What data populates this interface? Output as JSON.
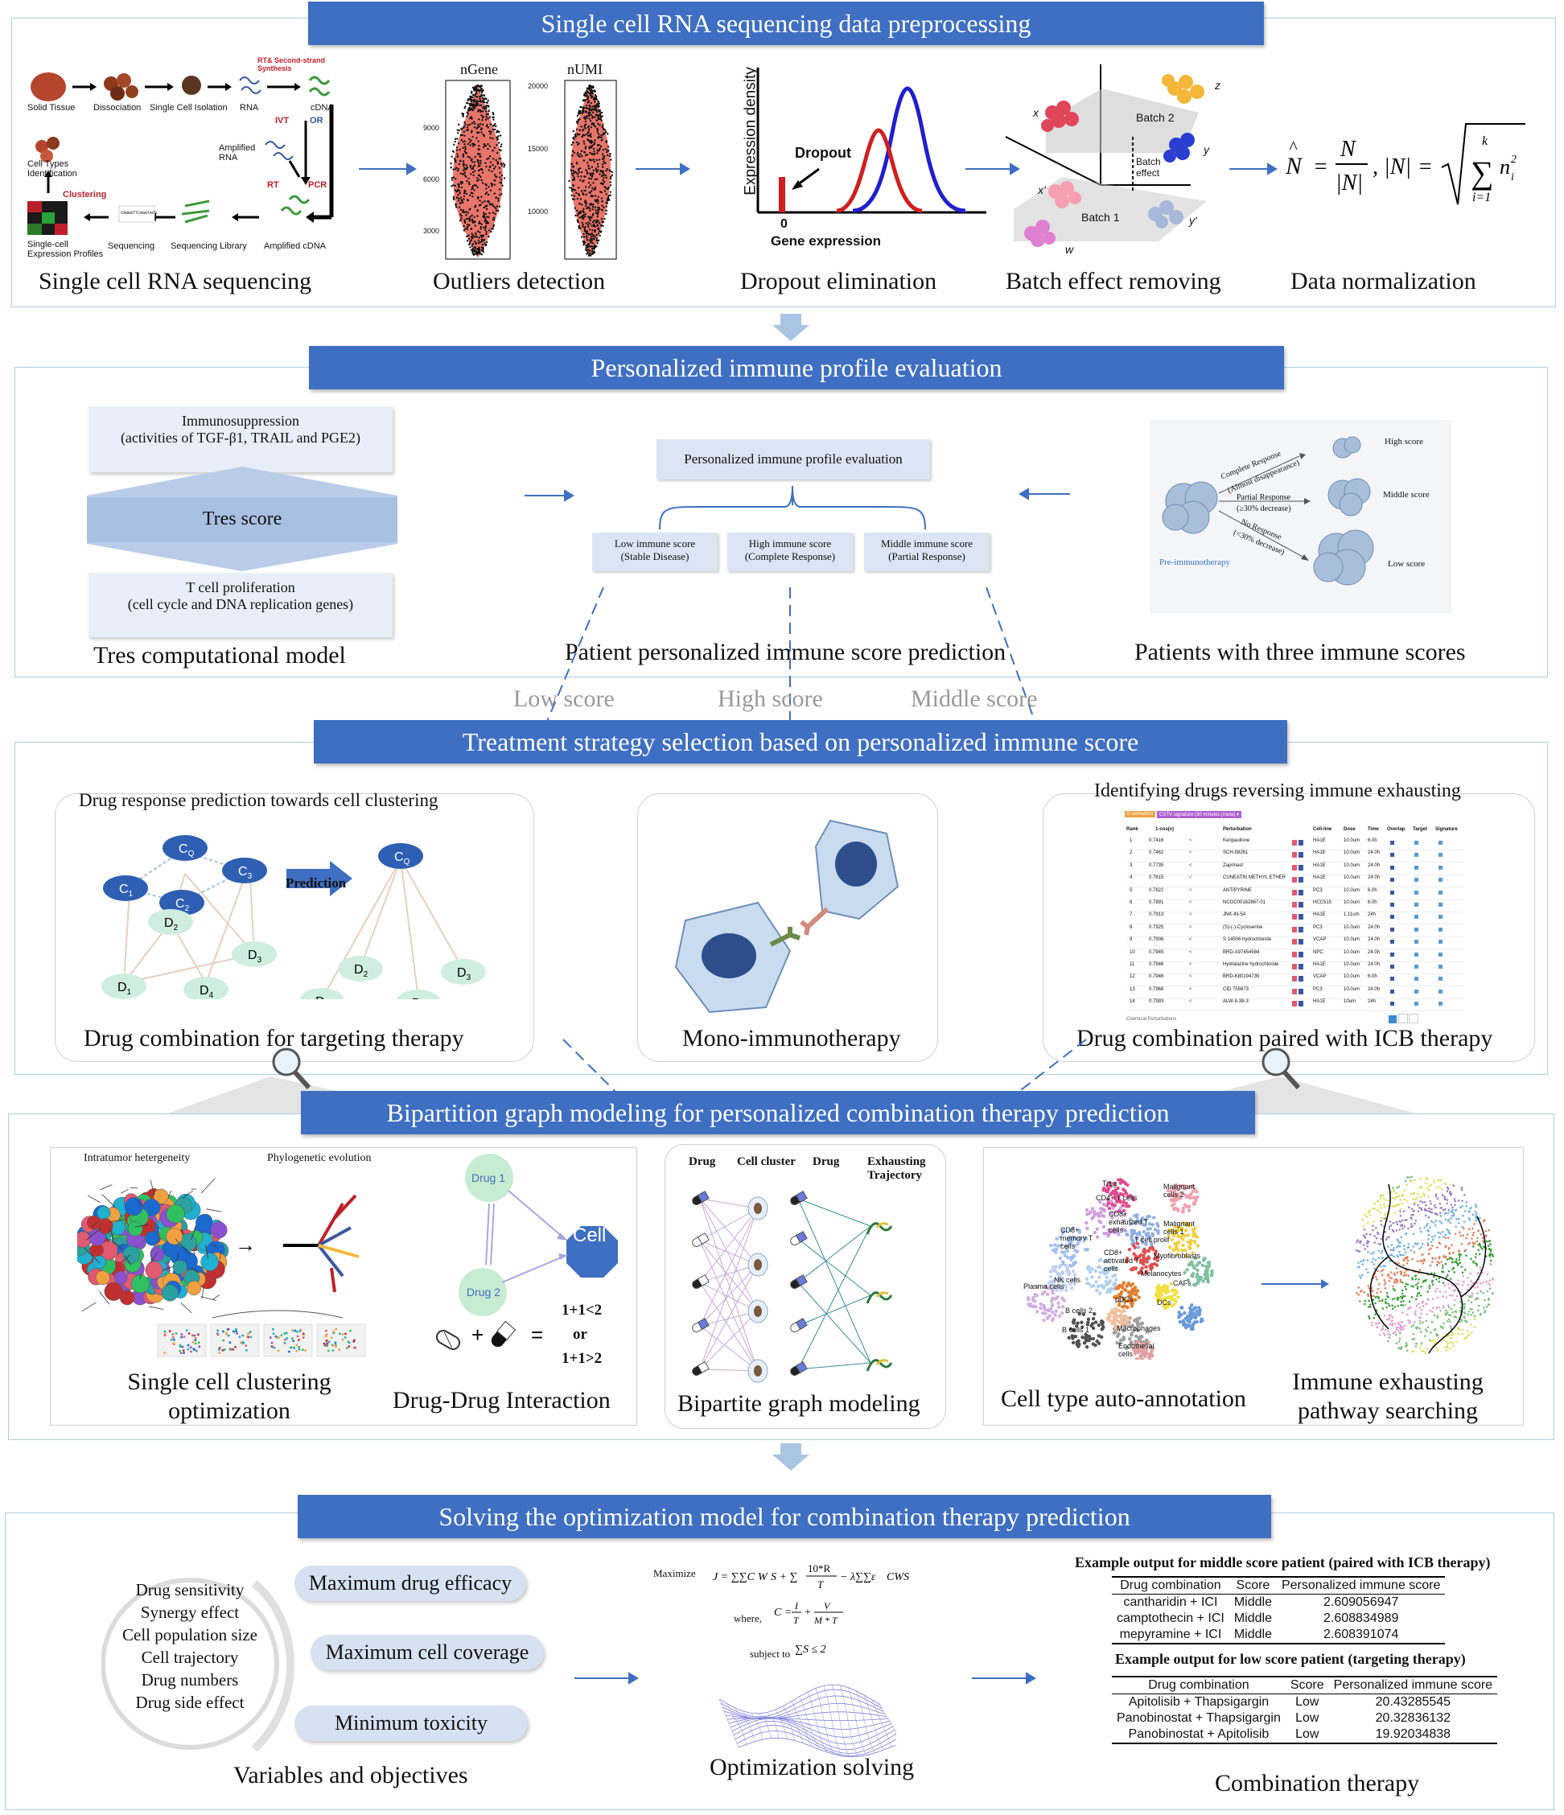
{
  "banners": {
    "b1": "Single cell RNA sequencing data preprocessing",
    "b2": "Personalized immune profile evaluation",
    "b3": "Treatment strategy selection based on personalized immune score",
    "b4": "Bipartition graph modeling for personalized combination therapy prediction",
    "b5": "Solving the optimization model for combination therapy prediction"
  },
  "section1": {
    "captions": [
      "Single cell RNA sequencing",
      "Outliers detection",
      "Dropout elimination",
      "Batch effect removing",
      "Data normalization"
    ],
    "seq": {
      "solid_tissue": "Solid Tissue",
      "dissociation": "Dissociation",
      "isolation": "Single Cell Isolation",
      "rna": "RNA",
      "rt_synthesis": "RT& Second-strand Synthesis",
      "cdna": "cDNA",
      "ivt": "IVT",
      "or": "OR",
      "amplified_rna": "Amplified RNA",
      "rt": "RT",
      "pcr": "PCR",
      "cell_types": "Cell Types Identification",
      "clustering": "Clustering",
      "profiles": "Single-cell Expression Profiles",
      "sequencing": "Sequencing",
      "library": "Sequencing Library",
      "amp_cdna": "Amplified cDNA"
    },
    "violin": {
      "ngene": "nGene",
      "numi": "nUMI",
      "ngene_ticks": [
        "9000",
        "6000",
        "3000"
      ],
      "numi_ticks": [
        "20000",
        "15000",
        "10000"
      ]
    },
    "dropout": {
      "ylabel": "Expression density",
      "xlabel": "Gene expression",
      "dropout": "Dropout",
      "zero": "0"
    },
    "batch": {
      "batch2": "Batch 2",
      "batch1": "Batch 1",
      "batch_effect": "Batch effect",
      "x": "x",
      "y": "y",
      "z": "z",
      "xp": "x'",
      "yp": "y'",
      "w": "w"
    }
  },
  "section2": {
    "immunosuppression": "Immunosuppression",
    "immunosuppression_sub": "(activities of TGF-β1, TRAIL and PGE2)",
    "tres_score": "Tres score",
    "tcell": "T cell proliferation",
    "tcell_sub": "(cell cycle and DNA replication genes)",
    "cap_model": "Tres computational model",
    "eval_title": "Personalized immune profile evaluation",
    "scores": [
      {
        "label": "Low immune score",
        "sub": "(Stable Disease)"
      },
      {
        "label": "High immune score",
        "sub": "(Complete Response)"
      },
      {
        "label": "Middle immune score",
        "sub": "(Partial Response)"
      }
    ],
    "cap_prediction": "Patient personalized immune score prediction",
    "patients": {
      "complete": "Complete Response",
      "complete_sub": "(Almost disappearance)",
      "partial": "Partial Response",
      "partial_sub": "(≥30% decrease)",
      "no": "No Response",
      "no_sub": "(<30% decrease)",
      "pre": "Pre-immunotherapy",
      "high": "High score",
      "middle": "Middle score",
      "low": "Low score"
    },
    "cap_patients": "Patients with three immune scores"
  },
  "score_labels": [
    "Low score",
    "High score",
    "Middle score"
  ],
  "section3": {
    "drug_response_title": "Drug response prediction towards cell clustering",
    "prediction": "Prediction",
    "cap_left": "Drug combination for targeting therapy",
    "cap_mid": "Mono-immunotherapy",
    "right_title": "Identifying drugs reversing immune exhausting",
    "cap_right": "Drug combination paired with ICB therapy",
    "nodes": [
      "C",
      "C",
      "C",
      "C",
      "D",
      "D",
      "D",
      "D"
    ],
    "node_subs": [
      "Q",
      "1",
      "2",
      "3",
      "1",
      "2",
      "3",
      "4"
    ],
    "table_headers": [
      "Rank",
      "1-cos(x)",
      "Perturbation",
      "Cell-line",
      "Dose",
      "Time",
      "Overlap",
      "Target",
      "Signature"
    ],
    "table_rows": [
      [
        "1",
        "0.7416",
        "Kenpaullone",
        "HA1E",
        "10.0um",
        "6.0h"
      ],
      [
        "2",
        "0.7462",
        "SCH-58261",
        "HA1E",
        "10.0um",
        "24.0h"
      ],
      [
        "3",
        "0.7735",
        "Zaprinast",
        "HA1E",
        "10.0um",
        "24.0h"
      ],
      [
        "4",
        "0.7615",
        "CUNEATIN METHYL ETHER",
        "HA1E",
        "10.0um",
        "24.0h"
      ],
      [
        "5",
        "0.7822",
        "ANTIPYRINE",
        "PC3",
        "10.0um",
        "6.0h"
      ],
      [
        "6",
        "0.7891",
        "NCGC00162867-01",
        "HCC515",
        "10.0um",
        "6.0h"
      ],
      [
        "7",
        "0.7913",
        "JNK-IN-5A",
        "HA1E",
        "1.11um",
        "24h"
      ],
      [
        "8",
        "0.7925",
        "(S)-(-)-Cycloserine",
        "PC3",
        "10.0um",
        "24.0h"
      ],
      [
        "9",
        "0.7936",
        "S 14506 hydrochloride",
        "VCAP",
        "10.0um",
        "24.0h"
      ],
      [
        "10",
        "0.7945",
        "BRD-A97454584",
        "NPC",
        "10.0um",
        "24.0h"
      ],
      [
        "11",
        "0.7946",
        "Hydralazine hydrochloride",
        "HA1E",
        "10.0um",
        "24.0h"
      ],
      [
        "12",
        "0.7946",
        "BRD-K80194735",
        "VCAP",
        "10.0um",
        "6.0h"
      ],
      [
        "13",
        "0.7968",
        "CID 755673",
        "PC3",
        "10.0um",
        "24.0h"
      ],
      [
        "14",
        "0.7993",
        "ALW-II-38-3",
        "HA1E",
        "10um",
        "24h"
      ]
    ],
    "table_footer": "Chemical Perturbations",
    "table_tabs": [
      "E-nematium",
      "CSTV signature (30 minutes (meta) ▾"
    ]
  },
  "section4": {
    "intratumor": "Intratumor hetergeneity",
    "phylo": "Phylogenetic evolution",
    "cap_cluster": "Single cell clustering optimization",
    "drug1": "Drug 1",
    "drug2": "Drug 2",
    "cell": "Cell",
    "ineq1": "1+1<2",
    "or": "or",
    "ineq2": "1+1>2",
    "cap_ddi": "Drug-Drug  Interaction",
    "bip_headers": [
      "Drug",
      "Cell cluster",
      "Drug",
      "Exhausting Trajectory"
    ],
    "cap_bip": "Bipartite graph modeling",
    "celltypes": [
      "Treg",
      "Malignant cells 2",
      "CD4+ T cells",
      "CD8+ exhausted T cells",
      "CD8+ memory T cells",
      "Malignant cells 1",
      "T cell prolif",
      "Myofibroblasts",
      "CD8+ activated T cells",
      "NK cells",
      "Melanocytes",
      "Plasma cells",
      "pDCs",
      "CAFs",
      "B cells 2",
      "DCs",
      "B cells 1",
      "Macrophages",
      "Endothelial cells"
    ],
    "cap_annot": "Cell type auto-annotation",
    "cap_path": "Immune exhausting pathway searching"
  },
  "section5": {
    "variables": [
      "Drug sensitivity",
      "Synergy effect",
      "Cell population size",
      "Cell trajectory",
      "Drug numbers",
      "Drug side effect"
    ],
    "objectives": [
      "Maximum drug efficacy",
      "Maximum cell coverage",
      "Minimum toxicity"
    ],
    "cap_var": "Variables and objectives",
    "maximize": "Maximize",
    "where": "where,",
    "subject_to": "subject to",
    "cap_opt": "Optimization solving",
    "table1_title": "Example output for middle score patient (paired with ICB therapy)",
    "table_headers": [
      "Drug combination",
      "Score",
      "Personalized immune score"
    ],
    "table1": [
      [
        "cantharidin + ICI",
        "Middle",
        "2.609056947"
      ],
      [
        "camptothecin + ICI",
        "Middle",
        "2.608834989"
      ],
      [
        "mepyramine + ICI",
        "Middle",
        "2.608391074"
      ]
    ],
    "table2_title": "Example output for low score patient (targeting therapy)",
    "table2": [
      [
        "Apitolisib + Thapsigargin",
        "Low",
        "20.43285545"
      ],
      [
        "Panobinostat + Thapsigargin",
        "Low",
        "20.32836132"
      ],
      [
        "Panobinostat + Apitolisib",
        "Low",
        "19.92034838"
      ]
    ],
    "cap_combo": "Combination therapy"
  },
  "colors": {
    "banner": "#3f6fc2",
    "panel_border": "#a9cfe3",
    "arrow": "#3f6fc2",
    "violin": "#e8756a",
    "node_c": "#2f5fb3",
    "node_d": "#cfeee0"
  }
}
